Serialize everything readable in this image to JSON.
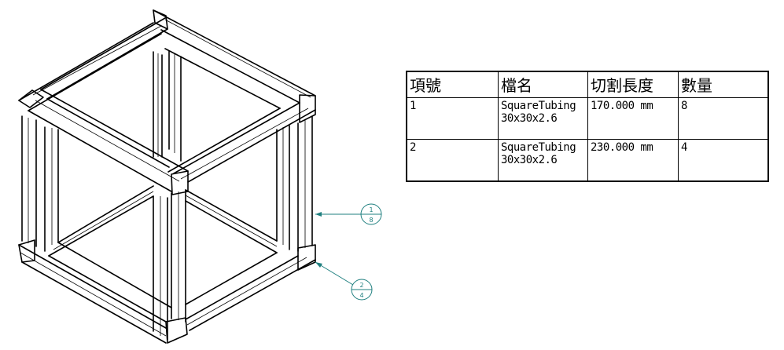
{
  "drawing": {
    "balloons": [
      {
        "item": "1",
        "qty": "8"
      },
      {
        "item": "2",
        "qty": "4"
      }
    ]
  },
  "bom": {
    "headers": [
      "項號",
      "檔名",
      "切割長度",
      "數量"
    ],
    "rows": [
      {
        "item": "1",
        "name_line1": "SquareTubing",
        "name_line2": "30x30x2.6",
        "length": "170.000 mm",
        "qty": "8"
      },
      {
        "item": "2",
        "name_line1": "SquareTubing",
        "name_line2": "30x30x2.6",
        "length": "230.000 mm",
        "qty": "4"
      }
    ]
  },
  "colors": {
    "line": "#000000",
    "balloon": "#1f7f7f",
    "background": "#ffffff"
  }
}
